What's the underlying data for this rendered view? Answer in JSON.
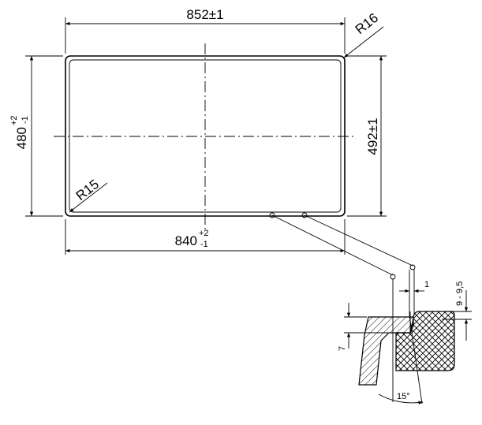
{
  "dimensions": {
    "outer_width": {
      "value": "852",
      "tol": "±1"
    },
    "outer_height": {
      "value": "492",
      "tol": "±1"
    },
    "inner_width": {
      "value": "840",
      "tol_upper": "+2",
      "tol_lower": "-1"
    },
    "inner_height": {
      "value": "480",
      "tol_upper": "+2",
      "tol_lower": "-1"
    },
    "outer_radius": "R16",
    "inner_radius": "R15"
  },
  "detail": {
    "gap": "1",
    "depth": "9 - 9,5",
    "height": "7",
    "angle": "15°"
  }
}
